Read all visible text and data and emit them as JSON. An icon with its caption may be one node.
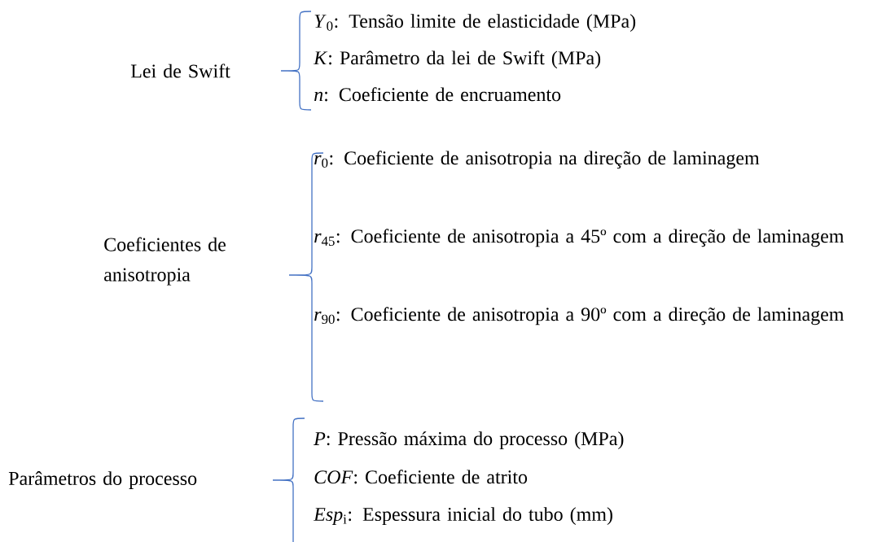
{
  "diagram": {
    "labels": [
      "Lei de Swift",
      "*Y*$_{0}$: Tensão limite de elasticidade (MPa)",
      "*K*: Parâmetro da lei de Swift (MPa)",
      "*n*: Coeficiente de encruamento",
      "Coeficientes de anisotropia",
      "*r*$_{0}$: Coeficiente de anisotropia na direção de laminagem",
      "*r*$_{45}$: Coeficiente de anisotropia a 45º com a direção de laminagem",
      "*r*$_{90}$: Coeficiente de anisotropia a 90º com a direção de laminagem",
      "Parâmetros do processo",
      "*P*: Pressão máxima do processo (MPa)",
      "*COF*: Coeficiente de atrito",
      "*Esp*$_{i}$: Espessura inicial do tubo (mm)"
    ]
  }
}
